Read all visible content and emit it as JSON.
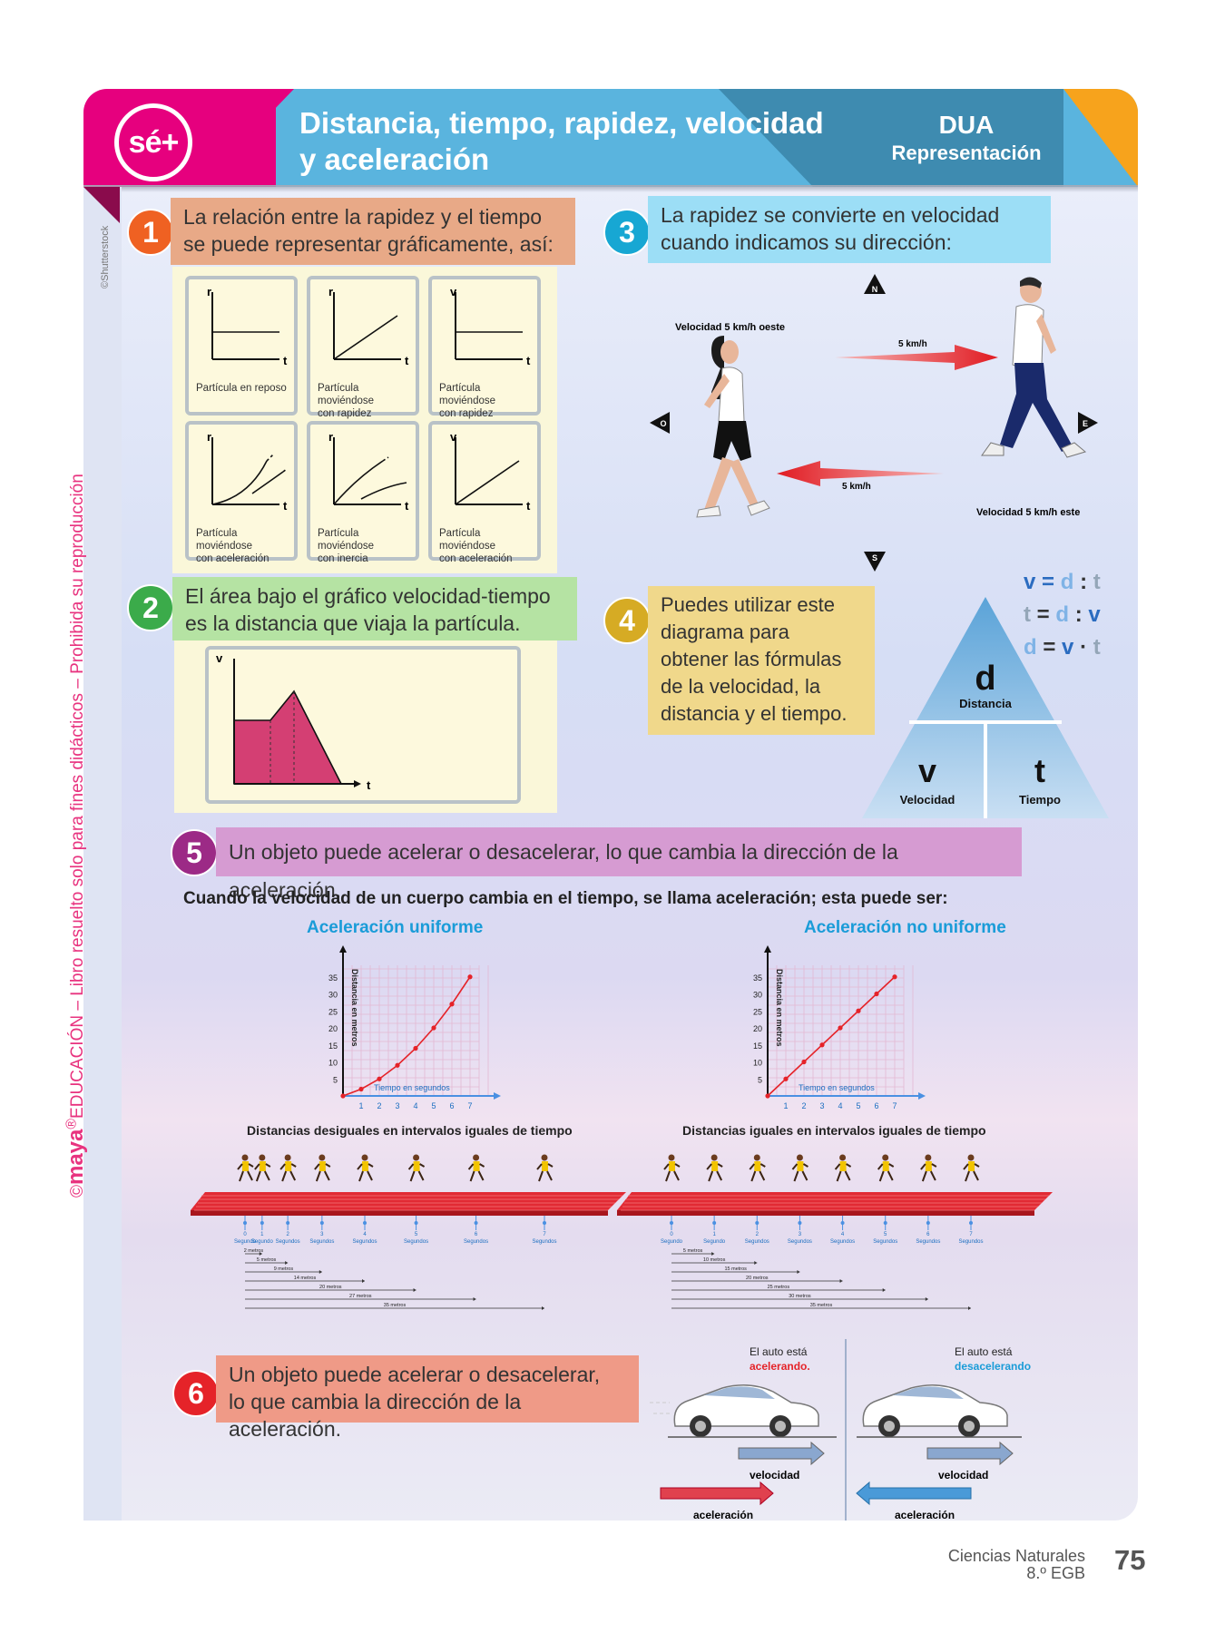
{
  "header": {
    "logo": "sé+",
    "title_line1": "Distancia, tiempo, rapidez, velocidad",
    "title_line2": "y aceleración",
    "tag_line1": "DUA",
    "tag_line2": "Representación"
  },
  "sidebar": {
    "brand": "maya",
    "text": "EDUCACIÓN – Libro resuelto solo para fines didácticos – Prohibida su reproducción",
    "copyright": "©",
    "credit": "©Shutterstock"
  },
  "section1": {
    "number": "1",
    "line1": "La relación entre la rapidez y el tiempo",
    "line2": "se puede representar gráficamente, así:",
    "graphs": [
      {
        "y": "r",
        "x": "t",
        "cap1": "Partícula en reposo",
        "cap2": ""
      },
      {
        "y": "r",
        "x": "t",
        "cap1": "Partícula moviéndose",
        "cap2": "con rapidez constante"
      },
      {
        "y": "v",
        "x": "t",
        "cap1": "Partícula moviéndose",
        "cap2": "con rapidez constante"
      },
      {
        "y": "r",
        "x": "t",
        "cap1": "Partícula moviéndose",
        "cap2": "con aceleración"
      },
      {
        "y": "r",
        "x": "t",
        "cap1": "Partícula moviéndose",
        "cap2": "con inercia"
      },
      {
        "y": "v",
        "x": "t",
        "cap1": "Partícula moviéndose",
        "cap2": "con aceleración"
      }
    ]
  },
  "section2": {
    "number": "2",
    "line1": "El área bajo el gráfico velocidad-tiempo",
    "line2": "es la distancia que viaja la partícula.",
    "y": "v",
    "x": "t"
  },
  "section3": {
    "number": "3",
    "line1": "La rapidez se convierte en velocidad",
    "line2": "cuando indicamos su dirección:",
    "north": "N",
    "south": "S",
    "west": "O",
    "east": "E",
    "label_west": "Velocidad 5 km/h oeste",
    "label_east": "Velocidad 5 km/h este",
    "arrow_top": "5 km/h",
    "arrow_bottom": "5 km/h"
  },
  "section4": {
    "number": "4",
    "lines": [
      "Puedes utilizar este",
      "diagrama para",
      "obtener las fórmulas",
      "de la velocidad, la",
      "distancia y el tiempo."
    ],
    "d_symbol": "d",
    "d_label": "Distancia",
    "v_symbol": "v",
    "v_label": "Velocidad",
    "t_symbol": "t",
    "t_label": "Tiempo",
    "formulas": [
      [
        "v",
        "=",
        "d",
        ":",
        "t"
      ],
      [
        "t",
        "=",
        "d",
        ":",
        "v"
      ],
      [
        "d",
        "=",
        "v",
        "·",
        "t"
      ]
    ]
  },
  "section5": {
    "number": "5",
    "text": "Un objeto puede acelerar o desacelerar, lo que cambia la dirección de la aceleración.",
    "intro": "Cuando la velocidad de un cuerpo cambia en el tiempo, se llama aceleración; esta puede ser:",
    "left_title": "Aceleración uniforme",
    "right_title": "Aceleración no uniforme",
    "left_caption": "Distancias desiguales en intervalos iguales de tiempo",
    "right_caption": "Distancias iguales en intervalos iguales de tiempo",
    "ylabel": "Distancia en metros",
    "xlabel": "Tiempo en segundos",
    "track_unit": "Segundo",
    "track_unit_plural": "Segundos",
    "left_meters": [
      "2 metros",
      "5 metros",
      "9 metros",
      "14 metros",
      "20 metros",
      "27 metros",
      "35 metros"
    ],
    "right_meters": [
      "5 metros",
      "10 metros",
      "15 metros",
      "20 metros",
      "25 metros",
      "30 metros",
      "35 metros"
    ]
  },
  "chart_data": [
    {
      "type": "line",
      "title": "Aceleración uniforme",
      "xlabel": "Tiempo en segundos",
      "ylabel": "Distancia en metros",
      "x": [
        0,
        1,
        2,
        3,
        4,
        5,
        6,
        7
      ],
      "y": [
        0,
        2,
        5,
        9,
        14,
        20,
        27,
        35
      ],
      "xticks": [
        1,
        2,
        3,
        4,
        5,
        6,
        7
      ],
      "yticks": [
        5,
        10,
        15,
        20,
        25,
        30,
        35
      ],
      "xlim": [
        0,
        8
      ],
      "ylim": [
        0,
        40
      ],
      "grid": true
    },
    {
      "type": "line",
      "title": "Aceleración no uniforme",
      "xlabel": "Tiempo en segundos",
      "ylabel": "Distancia en metros",
      "x": [
        0,
        1,
        2,
        3,
        4,
        5,
        6,
        7
      ],
      "y": [
        0,
        5,
        10,
        15,
        20,
        25,
        30,
        35
      ],
      "xticks": [
        1,
        2,
        3,
        4,
        5,
        6,
        7
      ],
      "yticks": [
        5,
        10,
        15,
        20,
        25,
        30,
        35
      ],
      "xlim": [
        0,
        8
      ],
      "ylim": [
        0,
        40
      ],
      "grid": true
    }
  ],
  "section6": {
    "number": "6",
    "line1": "Un objeto puede acelerar o desacelerar,",
    "line2": "lo que cambia la dirección de la aceleración.",
    "car1_line1": "El auto está",
    "car1_line2": "acelerando.",
    "car2_line1": "El auto está",
    "car2_line2": "desacelerando.",
    "velocity": "velocidad",
    "acceleration": "aceleración"
  },
  "footer": {
    "subject": "Ciencias Naturales",
    "grade": "8.º EGB",
    "page": "75"
  },
  "colors": {
    "pink": "#e6007e",
    "blue_header": "#5ab4de",
    "dark_blue": "#3e8bb0",
    "orange": "#f7a31c",
    "badge1": "#ef6122",
    "badge2": "#3bab4a",
    "badge3": "#17a7d3",
    "badge4": "#d6ab24",
    "badge5": "#9c2a86",
    "badge6": "#e52329"
  }
}
